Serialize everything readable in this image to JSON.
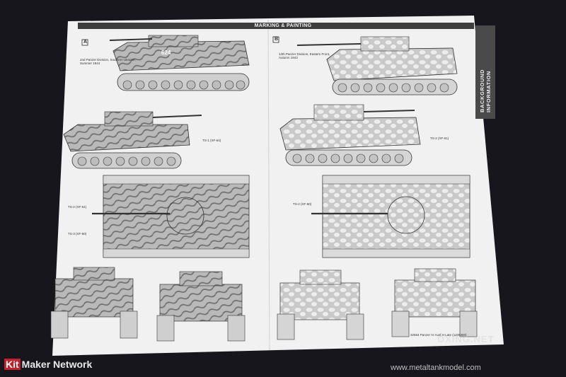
{
  "header": {
    "title": "MARKING & PAINTING"
  },
  "side_banner": {
    "text": "BACKGROUND INFORMATION"
  },
  "section_a": {
    "letter": "A",
    "caption_line1": "2nd Panzer Division, Southern Ukraine,",
    "caption_line2": "Summer 1944",
    "turret_number": "624"
  },
  "section_b": {
    "letter": "B",
    "caption_line1": "12th Panzer Division, Eastern Front,",
    "caption_line2": "Autumn 1943"
  },
  "color_labels": {
    "ts1_xf64": "TS-1 (XF-64)",
    "ts2_xf61": "TS-2 (XF-61)",
    "ts3_xf60": "TS-3 (XF-60)",
    "ts2_xf60": "TS-2 (XF-60)"
  },
  "footer": {
    "text": "32584 Panzer IV Ausf.H Late (1105300)"
  },
  "watermarks": {
    "left_badge": "Kit",
    "left_rest": "Maker Network",
    "right": "www.metaltankmodel.com",
    "mid": "OXING.NET"
  }
}
